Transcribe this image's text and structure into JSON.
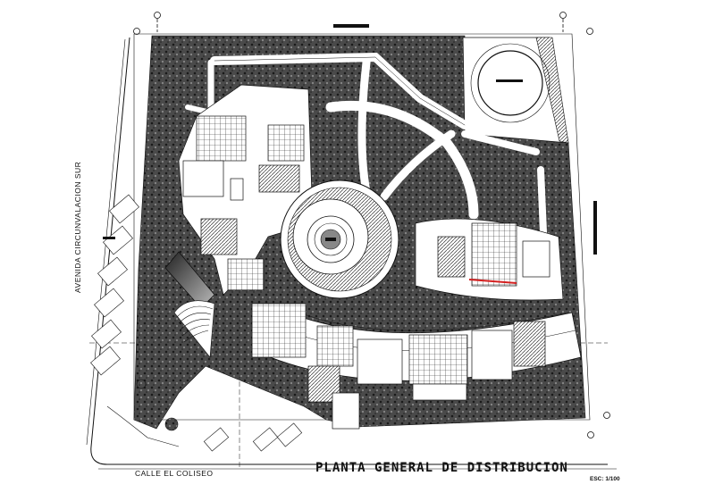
{
  "drawing": {
    "title": "PLANTA GENERAL DE DISTRIBUCION",
    "scale": "ESC: 1/100",
    "street_bottom": "CALLE EL COLISEO",
    "street_left": "AVENIDA CIRCUNVALACION SUR"
  },
  "colors": {
    "ink": "#111111",
    "vegetation": "#3a3a3a",
    "accent_red": "#d42020"
  }
}
